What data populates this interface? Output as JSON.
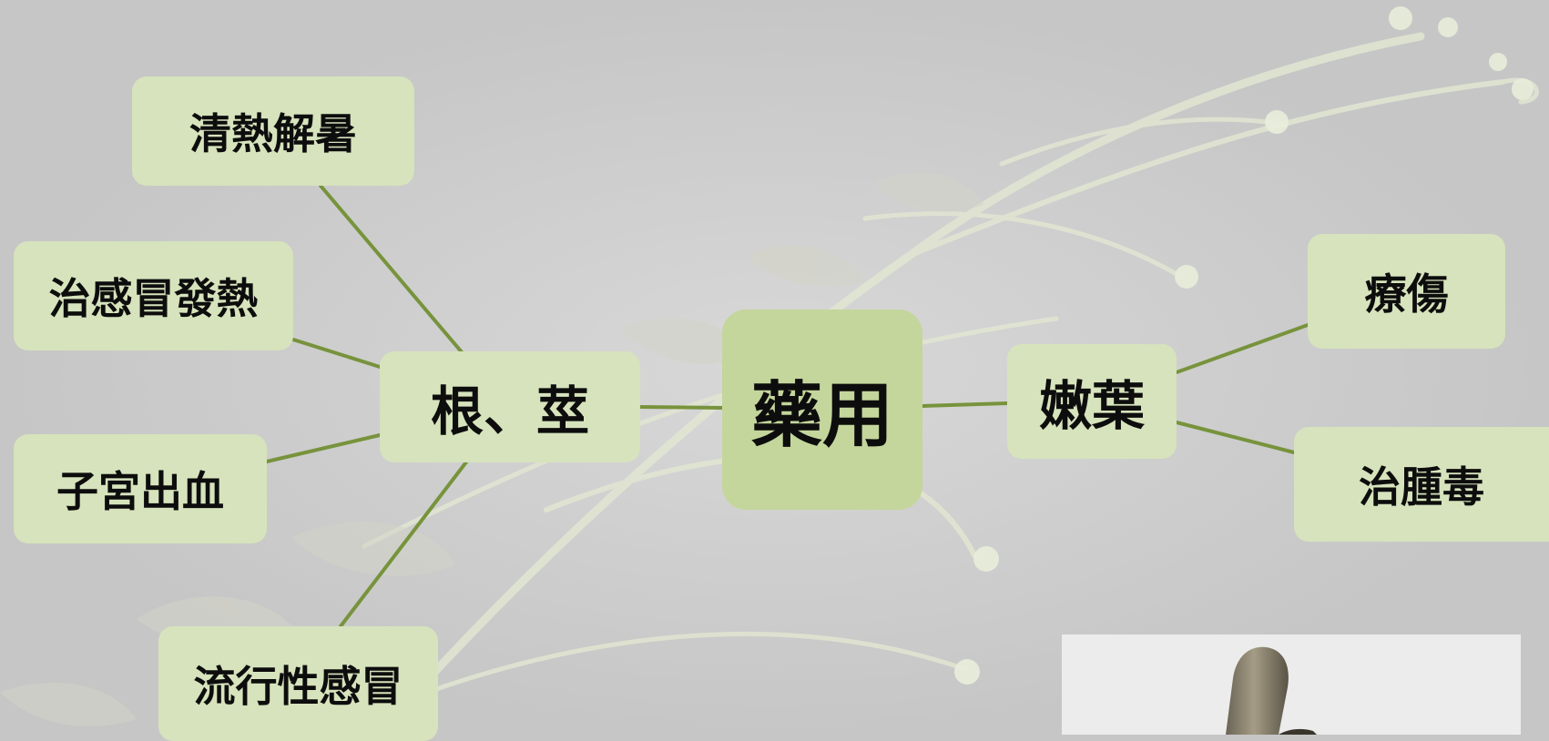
{
  "diagram": {
    "center": {
      "label": "藥用"
    },
    "branches": [
      {
        "label": "根、莖",
        "children": [
          {
            "label": "清熱解暑"
          },
          {
            "label": "治感冒發熱"
          },
          {
            "label": "子宮出血"
          },
          {
            "label": "流行性感冒"
          }
        ]
      },
      {
        "label": "嫩葉",
        "children": [
          {
            "label": "療傷"
          },
          {
            "label": "治腫毒"
          }
        ]
      }
    ]
  },
  "colors": {
    "background": "#c6c6c6",
    "node_fill": "#d6e3bc",
    "center_fill": "#c4d69c",
    "connector": "#77933c",
    "text": "#0d0d0d"
  }
}
